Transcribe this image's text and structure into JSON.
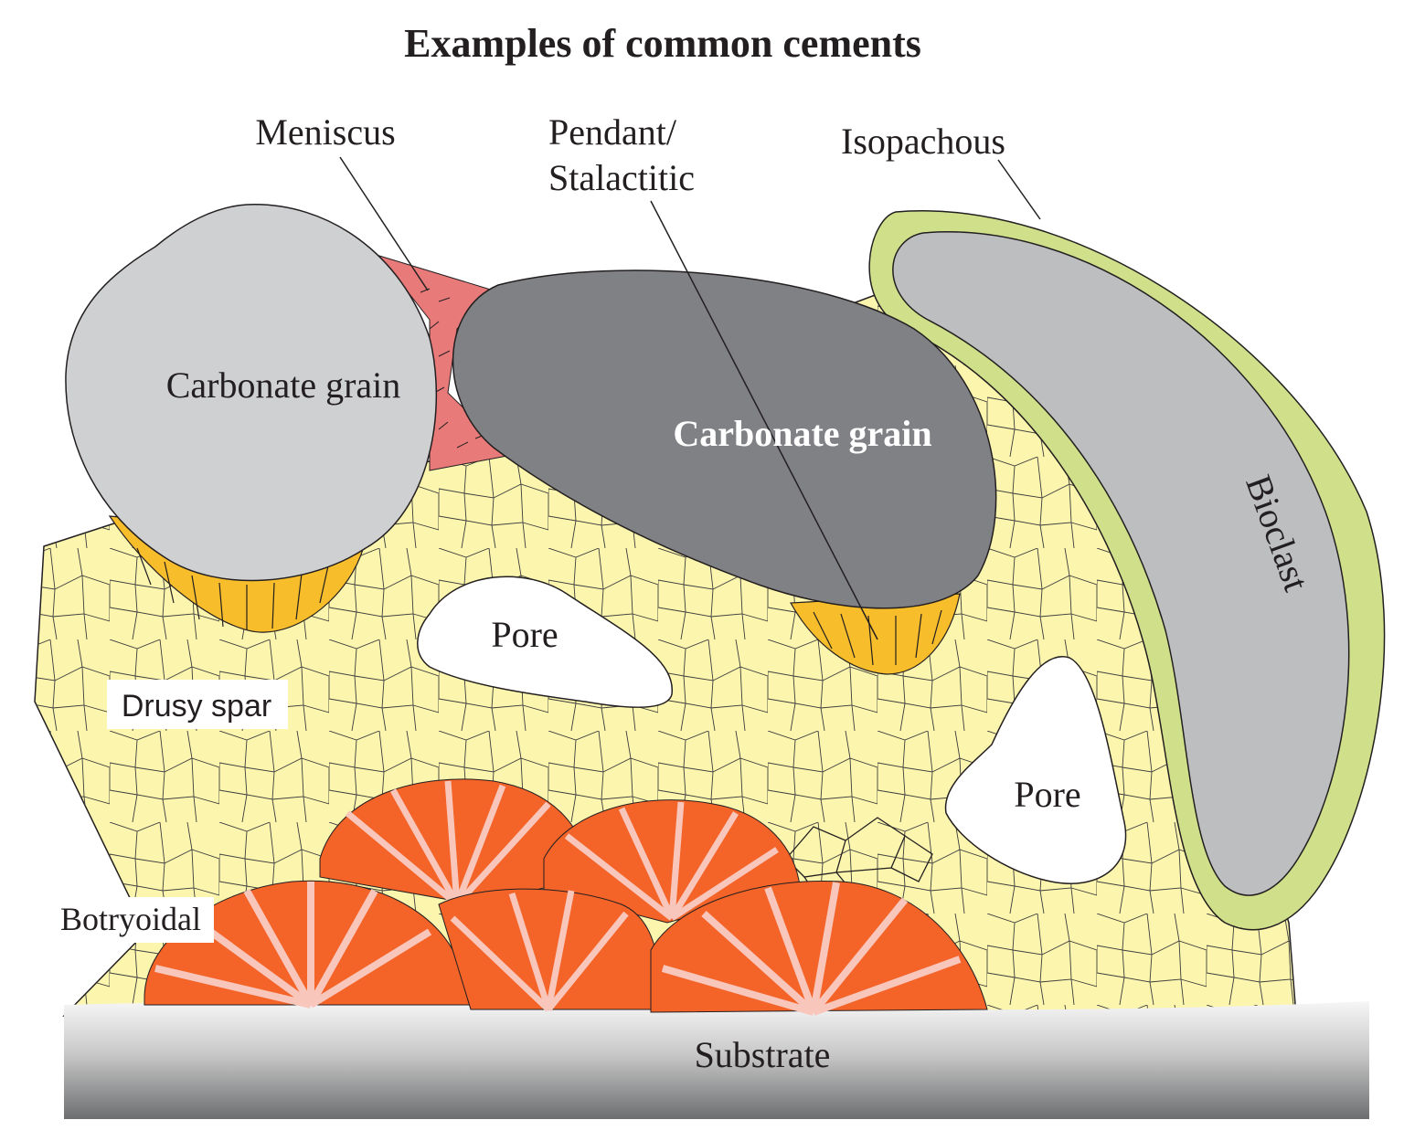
{
  "title": "Examples of common cements",
  "labels": {
    "meniscus": "Meniscus",
    "pendant_line1": "Pendant/",
    "pendant_line2": "Stalactitic",
    "isopachous": "Isopachous",
    "carbonate_grain_left": "Carbonate grain",
    "carbonate_grain_right": "Carbonate grain",
    "bioclast": "Bioclast",
    "pore_left": "Pore",
    "pore_right": "Pore",
    "drusy_spar": "Drusy spar",
    "botryoidal": "Botryoidal",
    "substrate": "Substrate"
  },
  "colors": {
    "drusy_spar": "#fbf5ae",
    "meniscus": "#e87a7a",
    "pendant": "#f7bd2a",
    "isopachous": "#d0e08a",
    "grain_light": "#cfd0d2",
    "grain_dark": "#808184",
    "bioclast": "#bdbec0",
    "botryoidal_dark": "#f46327",
    "botryoidal_light": "#f9c6bb"
  }
}
